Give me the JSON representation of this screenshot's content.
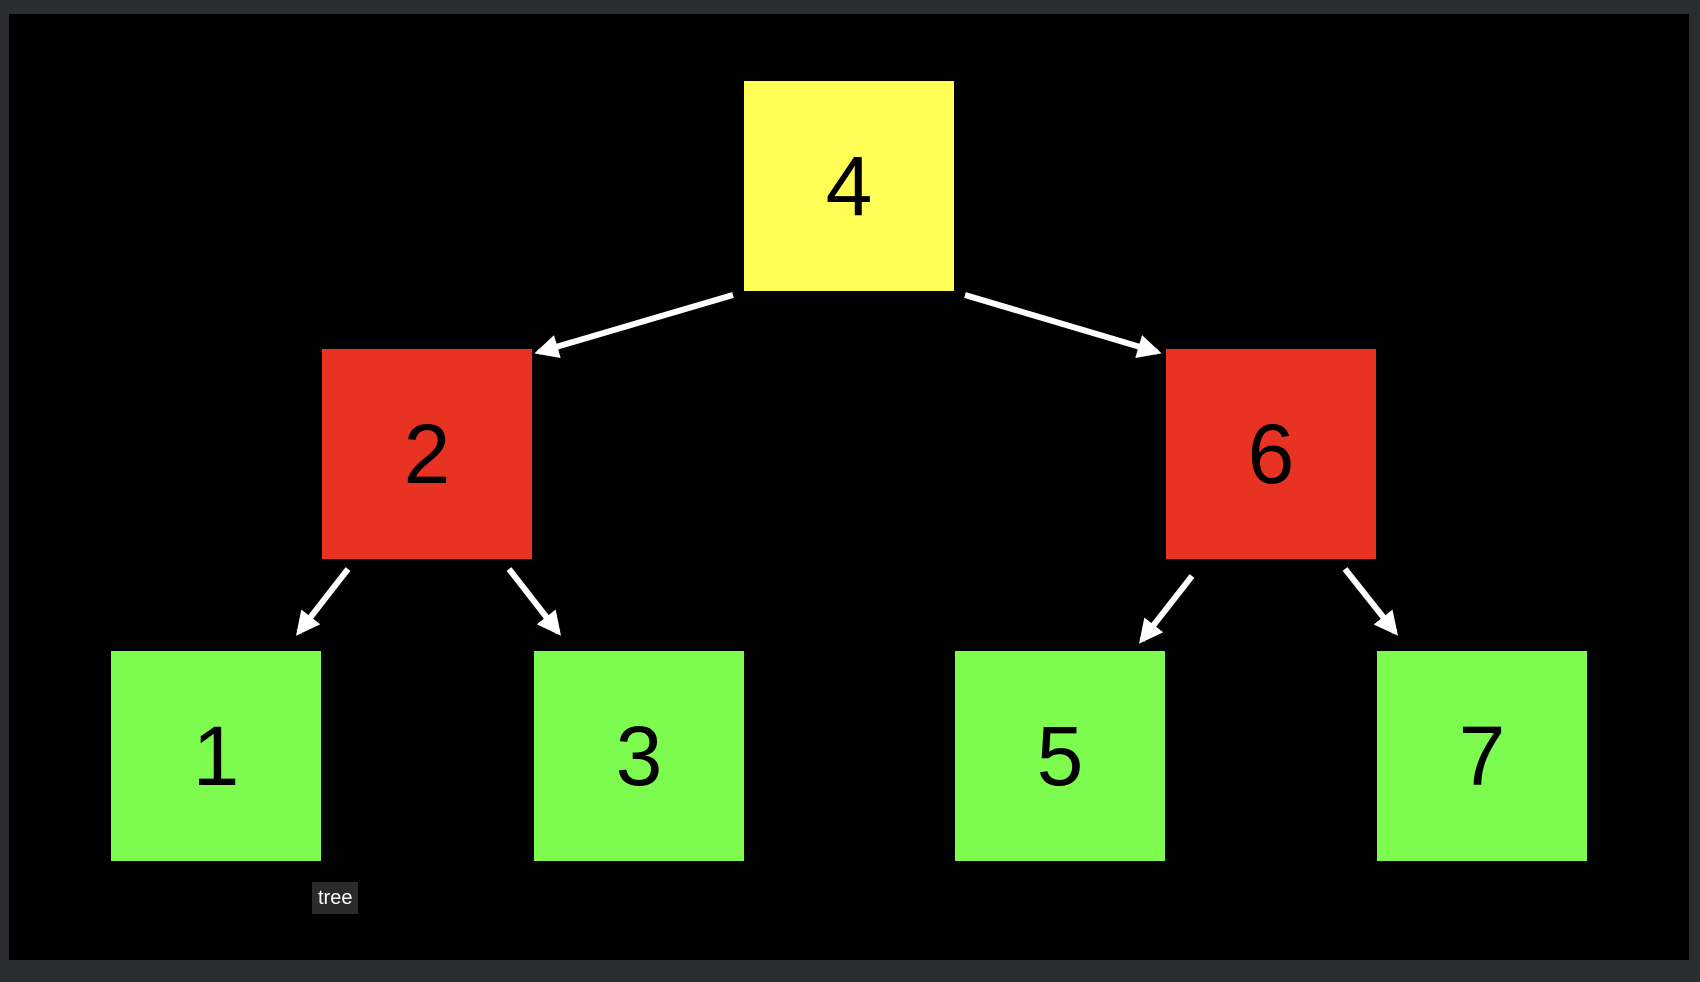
{
  "diagram": {
    "nodes": [
      {
        "id": "n4",
        "label": "4",
        "level": "root",
        "color": "#ffff55"
      },
      {
        "id": "n2",
        "label": "2",
        "level": "internal",
        "color": "#e83323"
      },
      {
        "id": "n6",
        "label": "6",
        "level": "internal",
        "color": "#e83323"
      },
      {
        "id": "n1",
        "label": "1",
        "level": "leaf",
        "color": "#7dfc4f"
      },
      {
        "id": "n3",
        "label": "3",
        "level": "leaf",
        "color": "#7dfc4f"
      },
      {
        "id": "n5",
        "label": "5",
        "level": "leaf",
        "color": "#7dfc4f"
      },
      {
        "id": "n7",
        "label": "7",
        "level": "leaf",
        "color": "#7dfc4f"
      }
    ],
    "edges": [
      {
        "from": "4",
        "to": "2"
      },
      {
        "from": "4",
        "to": "6"
      },
      {
        "from": "2",
        "to": "1"
      },
      {
        "from": "2",
        "to": "3"
      },
      {
        "from": "6",
        "to": "5"
      },
      {
        "from": "6",
        "to": "7"
      }
    ],
    "edge_color": "#ffffff",
    "background_color": "#000000"
  },
  "tooltip": {
    "text": "tree"
  }
}
